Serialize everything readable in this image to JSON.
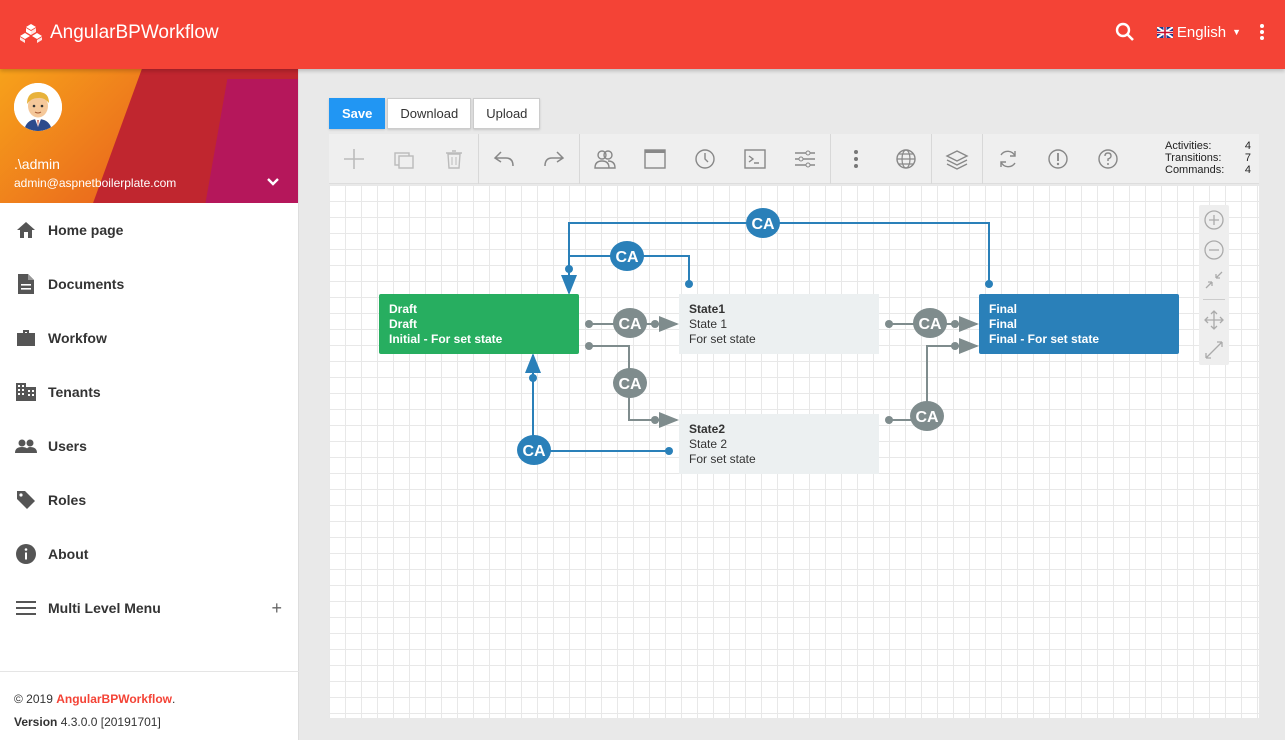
{
  "app": {
    "title": "AngularBPWorkflow"
  },
  "header": {
    "language": "English",
    "flag_icon": "uk-flag-icon"
  },
  "user": {
    "name": ".\\admin",
    "email": "admin@aspnetboilerplate.com"
  },
  "menu": {
    "items": [
      {
        "label": "Home page",
        "icon": "home-icon"
      },
      {
        "label": "Documents",
        "icon": "document-icon"
      },
      {
        "label": "Workfow",
        "icon": "briefcase-icon"
      },
      {
        "label": "Tenants",
        "icon": "building-icon"
      },
      {
        "label": "Users",
        "icon": "people-icon"
      },
      {
        "label": "Roles",
        "icon": "tag-icon"
      },
      {
        "label": "About",
        "icon": "info-icon"
      },
      {
        "label": "Multi Level Menu",
        "icon": "menu-icon",
        "expand": "+"
      }
    ]
  },
  "footer": {
    "copyright": "© 2019",
    "brand": "AngularBPWorkflow",
    "dot": ".",
    "version_label": "Version",
    "version": "4.3.0.0 [20191701]"
  },
  "actions": {
    "save": "Save",
    "download": "Download",
    "upload": "Upload"
  },
  "stats": {
    "activities_label": "Activities:",
    "activities": "4",
    "transitions_label": "Transitions:",
    "transitions": "7",
    "commands_label": "Commands:",
    "commands": "4"
  },
  "nodes": {
    "draft": {
      "name": "Draft",
      "state": "Draft",
      "desc": "Initial - For set state"
    },
    "state1": {
      "name": "State1",
      "state": "State 1",
      "desc": "For set state"
    },
    "state2": {
      "name": "State2",
      "state": "State 2",
      "desc": "For set state"
    },
    "final": {
      "name": "Final",
      "state": "Final",
      "desc": "Final - For set state"
    }
  },
  "connector_label": "CA",
  "colors": {
    "primary": "#f44336",
    "save": "#2196f3",
    "initial": "#27ae60",
    "final": "#2a80b9",
    "connector_blue": "#2a80b9",
    "connector_grey": "#7f8c8d"
  }
}
